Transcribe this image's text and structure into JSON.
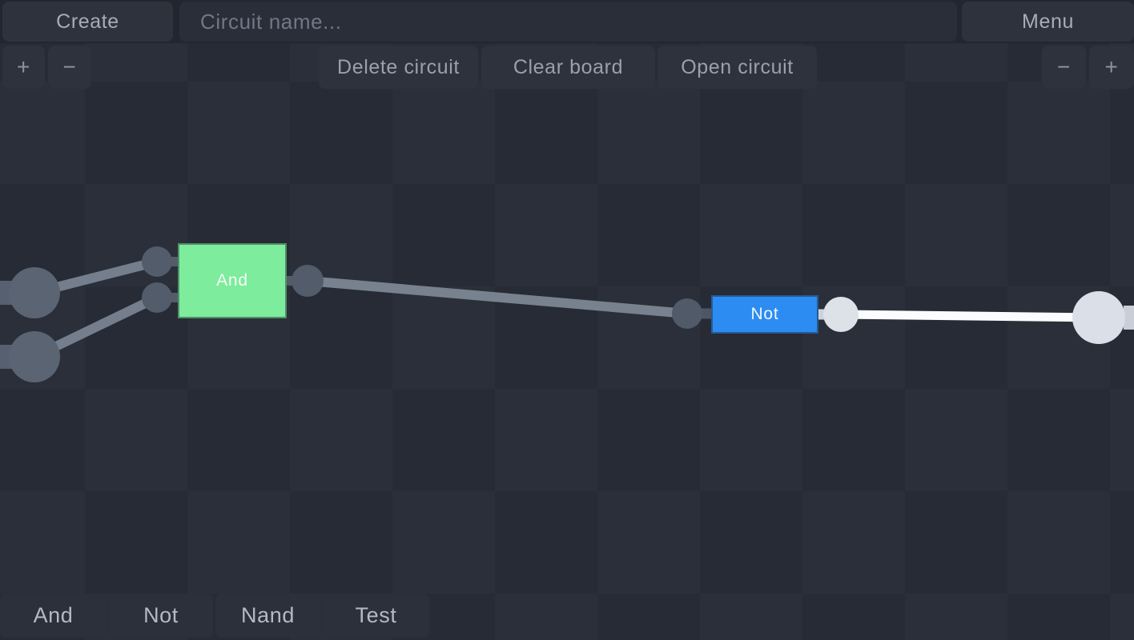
{
  "topbar": {
    "create_label": "Create",
    "circuit_name_placeholder": "Circuit name...",
    "circuit_name_value": "",
    "menu_label": "Menu",
    "actions": {
      "delete_circuit": "Delete circuit",
      "clear_board": "Clear board",
      "open_circuit": "Open circuit"
    },
    "zoom": {
      "in": "+",
      "out": "−"
    }
  },
  "palette": {
    "items": [
      {
        "label": "And"
      },
      {
        "label": "Not"
      },
      {
        "label": "Nand"
      },
      {
        "label": "Test"
      }
    ]
  },
  "canvas": {
    "gates": [
      {
        "label": "And",
        "type": "and",
        "color": "#7dec9c",
        "inputs": 2,
        "outputs": 1
      },
      {
        "label": "Not",
        "type": "not",
        "color": "#2d8cf2",
        "inputs": 1,
        "outputs": 1
      }
    ],
    "circuit": {
      "board_inputs": 2,
      "connections": [
        "board-input-1 -> and-gate input-1 (off)",
        "board-input-2 -> and-gate input-2 (off)",
        "and-gate output -> not-gate input (off)",
        "not-gate output -> board-output (on)"
      ]
    },
    "node_states": {
      "off_color": "#59626f",
      "on_color": "#dde2e9"
    },
    "wire_states": {
      "off_color": "#78828f",
      "on_color": "#fbfcfd"
    }
  },
  "colors": {
    "background": "#272b35",
    "topbar_strip": "#22262f",
    "button_bg": "#2d323d",
    "button_text": "#a6adb8",
    "and_gate": "#7dec9c",
    "not_gate": "#2d8cf2"
  }
}
